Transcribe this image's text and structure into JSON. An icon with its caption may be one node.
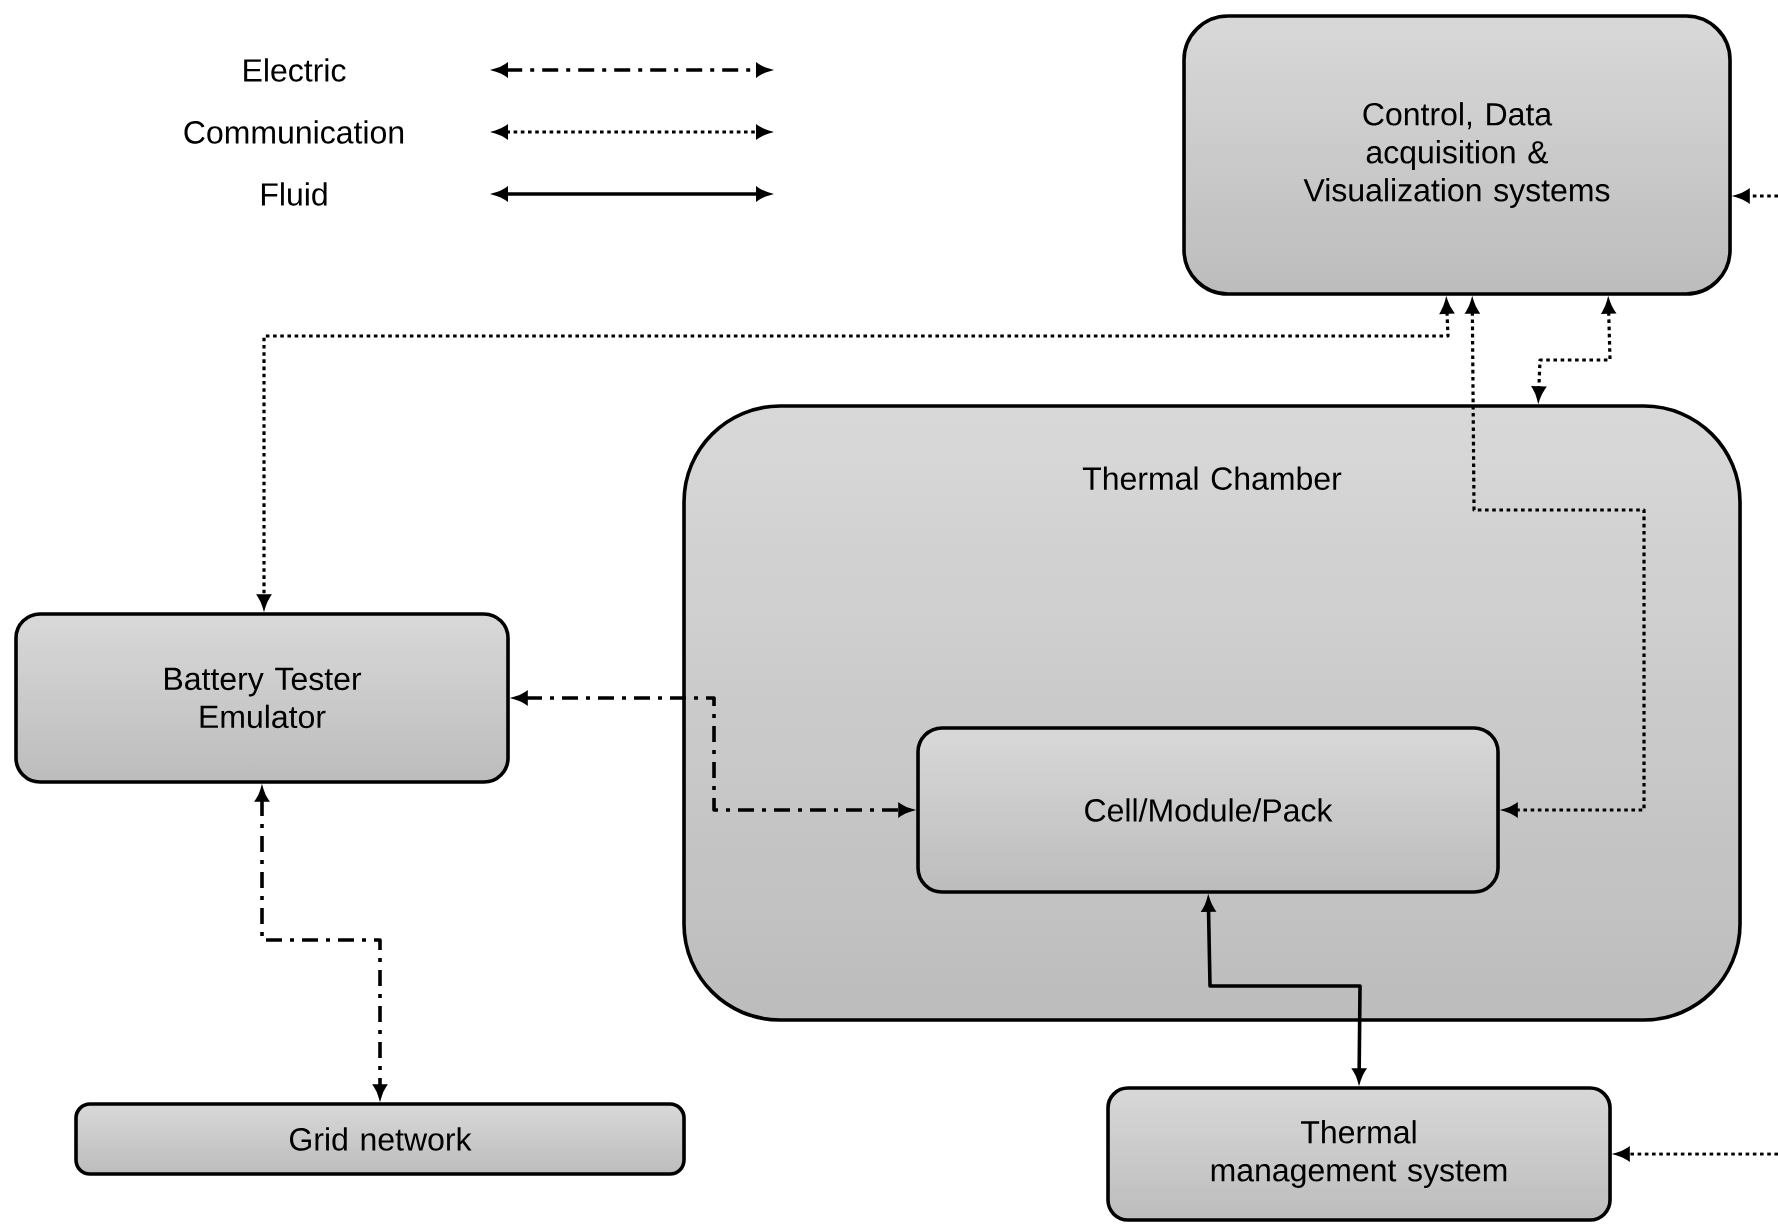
{
  "diagram": {
    "nodes": [
      {
        "text": [
          "Control, Data acquisition & Visualization systems"
        ]
      },
      {
        "text": [
          "Thermal Chamber"
        ]
      },
      {
        "text": [
          "Battery Tester Emulator"
        ]
      },
      {
        "text": [
          "Cell/Module/Pack"
        ],
        "in": 1
      },
      {
        "text": [
          "Grid network"
        ]
      },
      {
        "text": [
          "Thermal management system"
        ]
      }
    ],
    "edges": [
      {
        "from": 0,
        "to": 2,
        "arrow": "both",
        "style": "dashed"
      },
      {
        "from": 0,
        "to": 3,
        "arrow": "both",
        "style": "dashed"
      },
      {
        "from": 0,
        "to": 1,
        "arrow": "both",
        "style": "dashed"
      },
      {
        "from": null,
        "to": 0,
        "arrow": "to",
        "style": "dashed"
      },
      {
        "from": null,
        "to": 5,
        "arrow": "to",
        "style": "dashed"
      },
      {
        "from": 2,
        "to": 3,
        "arrow": "both",
        "style": "dashed"
      },
      {
        "from": 2,
        "to": 4,
        "arrow": "both",
        "style": "dashed"
      },
      {
        "from": 3,
        "to": 5,
        "arrow": "both"
      }
    ],
    "legend": [
      {
        "text": "Electric"
      },
      {
        "text": "Communication"
      },
      {
        "text": "Fluid"
      }
    ]
  }
}
